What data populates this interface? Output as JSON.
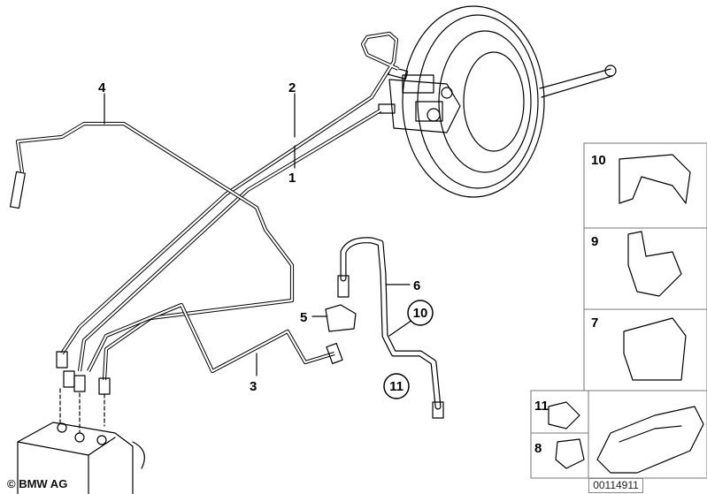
{
  "callouts": {
    "c1": "1",
    "c2": "2",
    "c3": "3",
    "c4": "4",
    "c5": "5",
    "c6": "6",
    "c10_circle": "10",
    "c11_circle": "11"
  },
  "panel": {
    "p10": "10",
    "p9": "9",
    "p7": "7",
    "p11": "11",
    "p8": "8"
  },
  "diagram_code": "00114911",
  "copyright": "© BMW AG"
}
